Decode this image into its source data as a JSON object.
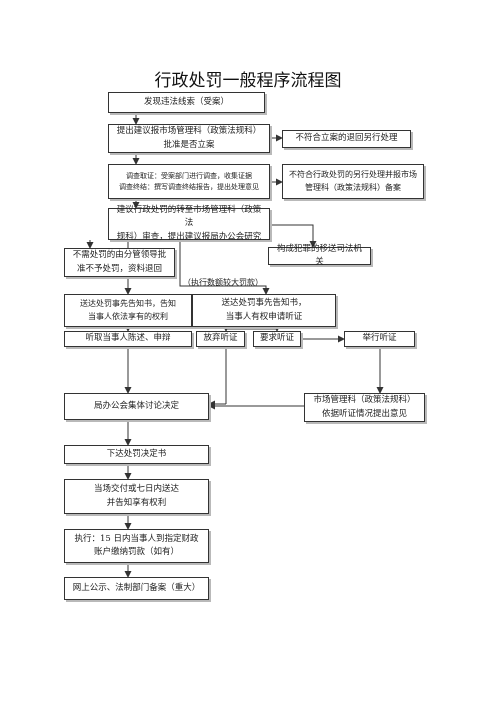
{
  "title": "行政处罚一般程序流程图",
  "nodes": {
    "discover": "发现违法线索（受案）",
    "propose": "提出建议报市场管理科（政策法规科）\n批准是否立案",
    "no_case": "不符合立案的退回另行处理",
    "investigate": "调查取证：受案部门进行调查，收集证据\n调查终结：撰写调查终结报告，提出处理意见",
    "no_penalty_report": "不符合行政处罚的另行处理并报市场\n管理科（政策法规科）备案",
    "suggest": "建议行政处罚的转至市场管理科（政策法\n规科）审查，提出建议报局办公会研究",
    "not_penalize": "不需处罚的由分管领导批\n准不予处罚，资料退回",
    "crime": "构成犯罪的移送司法机关",
    "notify_rights": "送达处罚事先告知书，告知\n当事人依法享有的权利",
    "notify_hearing": "送达处罚事先告知书，\n当事人有权申请听证",
    "listen": "听取当事人陈述、申辩",
    "waive": "放弃听证",
    "request": "要求听证",
    "hold": "举行听证",
    "meeting": "局办公会集体讨论决定",
    "hearing_opinion": "市场管理科（政策法规科）\n依据听证情况提出意见",
    "decision": "下达处罚决定书",
    "deliver": "当场交付或七日内送达\n并告知享有权利",
    "execute": "执行：15 日内当事人到指定财政\n账户缴纳罚款（如有）",
    "publish": "网上公示、法制部门备案（重大）"
  },
  "branch_label": "（执行数额较大罚款）"
}
